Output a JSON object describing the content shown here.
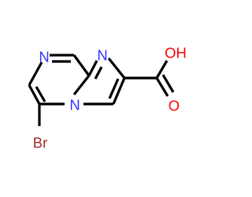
{
  "molecule": {
    "atoms": [
      {
        "id": "n7",
        "symbol": "N",
        "color": "#3333ff"
      },
      {
        "id": "n1",
        "symbol": "N",
        "color": "#3333ff"
      },
      {
        "id": "n4",
        "symbol": "N",
        "color": "#3333ff"
      },
      {
        "id": "br",
        "symbol": "Br",
        "color": "#a52a2a"
      },
      {
        "id": "oh",
        "symbol": "OH",
        "color": "#ff0000"
      },
      {
        "id": "o",
        "symbol": "O",
        "color": "#ff0000"
      }
    ],
    "bond_color": "#000000"
  }
}
